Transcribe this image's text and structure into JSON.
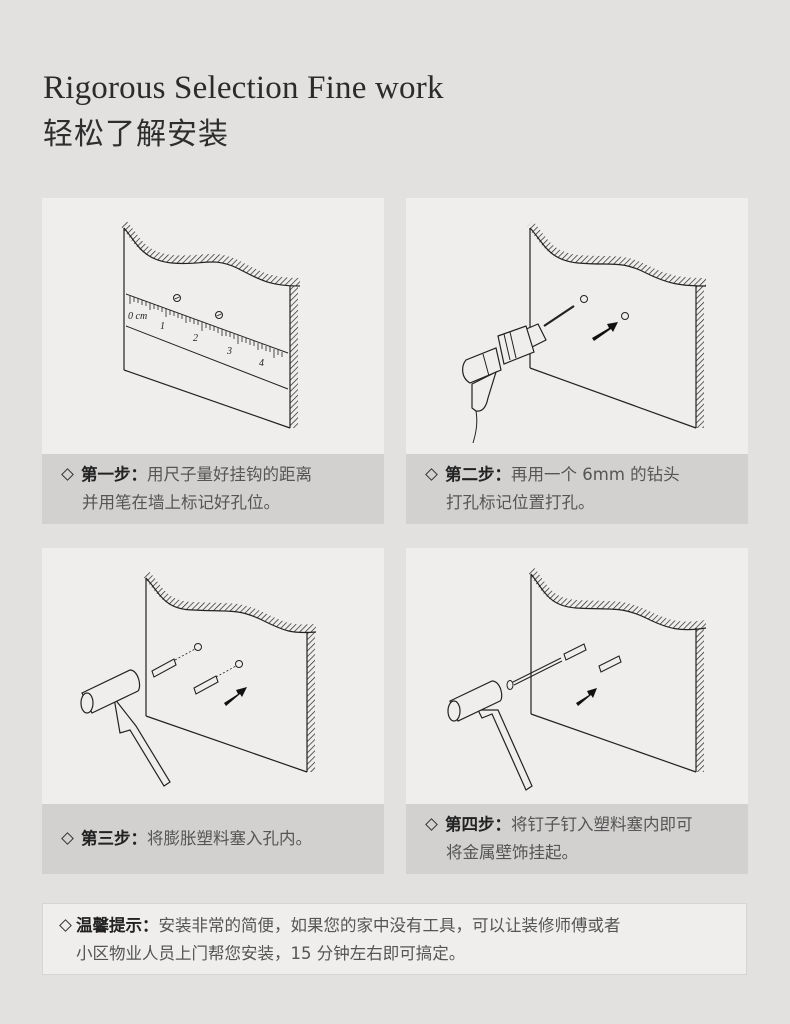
{
  "header": {
    "title_en": "Rigorous Selection Fine work",
    "title_cn": "轻松了解安装"
  },
  "steps": [
    {
      "label": "第一步：",
      "line1": "用尺子量好挂钩的距离",
      "line2": "并用笔在墙上标记好孔位。",
      "illustration": "ruler-on-wall",
      "ruler": {
        "unit_label": "0 cm",
        "ticks": [
          "1",
          "2",
          "3",
          "4"
        ]
      }
    },
    {
      "label": "第二步：",
      "line1": "再用一个 6mm 的钻头",
      "line2": "打孔标记位置打孔。",
      "illustration": "drill-into-wall"
    },
    {
      "label": "第三步：",
      "line1": "将膨胀塑料塞入孔内。",
      "line2": "",
      "illustration": "hammer-anchors-into-wall"
    },
    {
      "label": "第四步：",
      "line1": "将钉子钉入塑料塞内即可",
      "line2": "将金属壁饰挂起。",
      "illustration": "hammer-nail-into-anchor"
    }
  ],
  "tip": {
    "label": "温馨提示：",
    "line1": "安装非常的简便，如果您的家中没有工具，可以让装修师傅或者",
    "line2": "小区物业人员上门帮您安装，15 分钟左右即可搞定。"
  },
  "colors": {
    "page_bg": "#e2e1e0",
    "card_bg": "#efeeed",
    "caption_bg": "#d2d1d0",
    "text_dark": "#222222",
    "text_body": "#555555"
  }
}
